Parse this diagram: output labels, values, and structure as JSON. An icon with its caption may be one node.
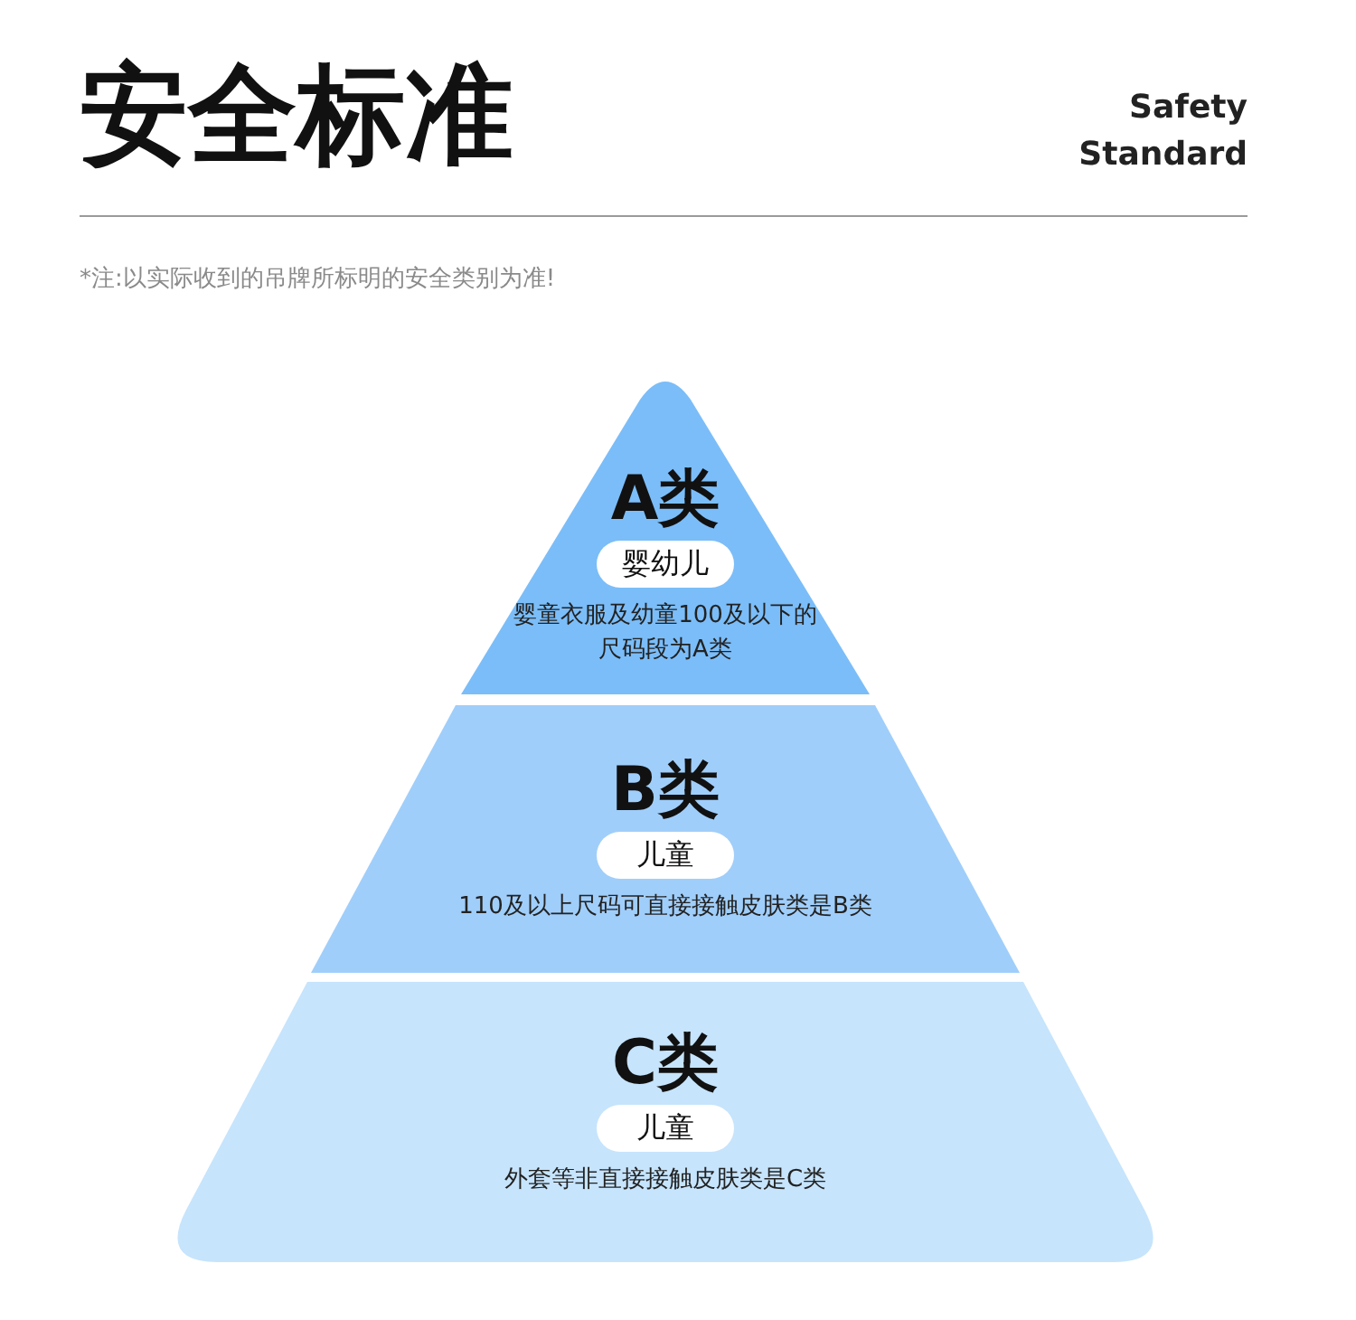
{
  "diagram": {
    "title": "安全标准",
    "nodes": [
      {
        "text": [
          "A类",
          "婴童衣服及幼童100及以下的尺码段为A类"
        ]
      },
      {
        "text": [
          "婴幼儿"
        ],
        "in": 0
      },
      {
        "text": [
          "B类",
          "110及以上尺码可直接接触皮肤类是B类"
        ]
      },
      {
        "text": [
          "儿童"
        ],
        "in": 2
      },
      {
        "text": [
          "C类",
          "外套等非直接接触皮肤类是C类"
        ]
      },
      {
        "text": [
          "儿童"
        ],
        "in": 4
      }
    ],
    "labels": [
      "Safety Standard",
      "*注:以实际收到的吊牌所标明的安全类别为准!"
    ]
  }
}
